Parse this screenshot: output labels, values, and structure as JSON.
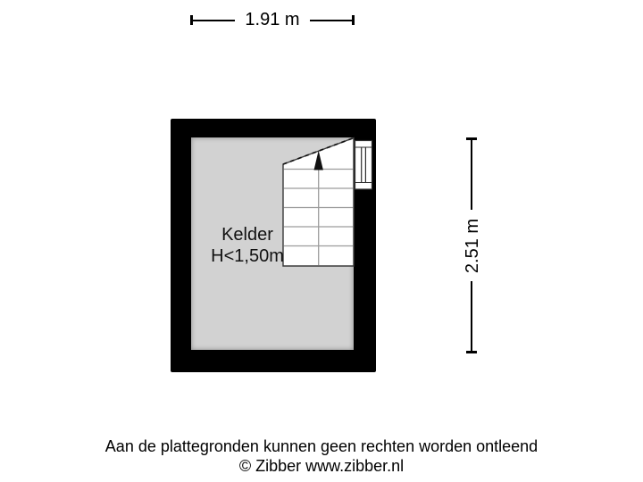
{
  "dimensions": {
    "width_label": "1.91 m",
    "height_label": "2.51 m"
  },
  "room": {
    "name": "Kelder",
    "height_note": "H<1,50m"
  },
  "footer": {
    "disclaimer": "Aan de plattegronden kunnen geen rechten worden ontleend",
    "copyright": "© Zibber www.zibber.nl"
  },
  "icons": {
    "stairs_up_arrow": "▲"
  },
  "colors": {
    "background": "#ffffff",
    "wall": "#000000",
    "floor": "#d2d2d2",
    "stair_fill": "#ffffff",
    "stair_border": "#3a3a3a",
    "step_line": "#9c9c9c",
    "dash_line": "#111111",
    "arrow": "#111111",
    "window_frame": "#2e2e2e",
    "text": "#111111"
  }
}
